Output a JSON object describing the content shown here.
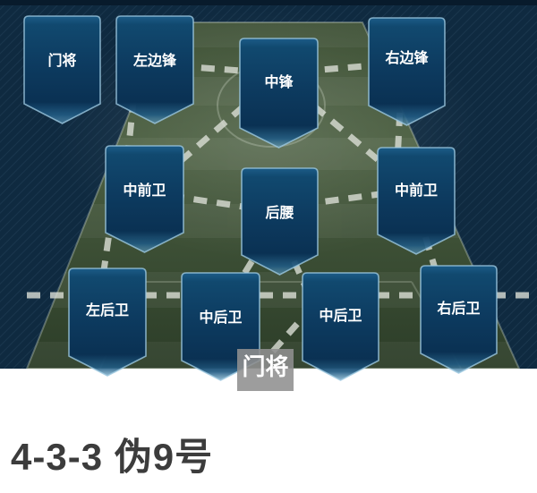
{
  "pitch": {
    "positions": [
      {
        "id": "goalkeeper-top",
        "label": "门将"
      },
      {
        "id": "left-winger",
        "label": "左边锋"
      },
      {
        "id": "striker",
        "label": "中锋"
      },
      {
        "id": "right-winger",
        "label": "右边锋"
      },
      {
        "id": "left-center-mid",
        "label": "中前卫"
      },
      {
        "id": "defensive-mid",
        "label": "后腰"
      },
      {
        "id": "right-center-mid",
        "label": "中前卫"
      },
      {
        "id": "left-back",
        "label": "左后卫"
      },
      {
        "id": "left-center-back",
        "label": "中后卫"
      },
      {
        "id": "right-center-back",
        "label": "中后卫"
      },
      {
        "id": "right-back",
        "label": "右后卫"
      }
    ],
    "goalkeeper_tag": "门将"
  },
  "caption": {
    "title": "4-3-3 伪9号"
  },
  "colors": {
    "badge_fill_top": "#1c5c88",
    "badge_fill_mid": "#0d3b60",
    "badge_fill_bottom": "#0a3153",
    "badge_border": "#9cc8e0",
    "badge_text": "#ffffff",
    "pitch_green_light": "#4a5e40",
    "pitch_green_dark": "#2c3d28",
    "background_navy": "#0f2a40",
    "dash_line": "#dbded6",
    "tag_background": "#909090",
    "tag_text": "#ffffff",
    "caption_text": "#3c3c3c",
    "page_background": "#ffffff"
  }
}
